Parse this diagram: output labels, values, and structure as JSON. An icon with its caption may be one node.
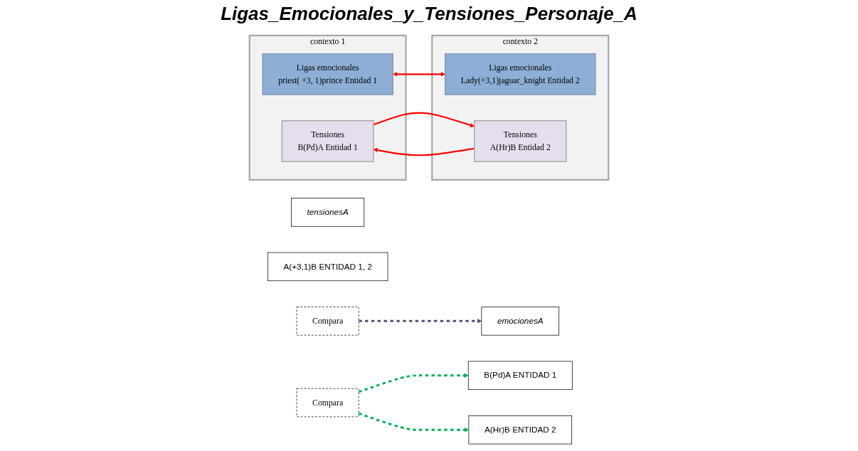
{
  "diagram": {
    "title": "Ligas_Emocionales_y_Tensiones_Personaje_A",
    "nodes": [
      {
        "text": [
          "contexto 1"
        ]
      },
      {
        "text": [
          "Ligas emocionales",
          "priest( +3, 1)prince Entidad 1"
        ],
        "in": 0
      },
      {
        "text": [
          "Tensiones",
          "B(Pd)A   Entidad 1"
        ],
        "in": 0
      },
      {
        "text": [
          "Compara"
        ]
      },
      {
        "text": [
          "Compara"
        ]
      },
      {
        "text": [
          "contexto 2"
        ]
      },
      {
        "text": [
          "Ligas emocionales",
          "Lady(+3,1)jaguar_knight Entidad 2"
        ],
        "in": 5
      },
      {
        "text": [
          "Tensiones",
          "A(Hr)B Entidad 2"
        ],
        "in": 5
      },
      {
        "text": [
          "emocionesA"
        ]
      },
      {
        "text": [
          "tensionesA"
        ]
      },
      {
        "text": [
          "A(+3,1)B     ENTIDAD 1, 2"
        ]
      },
      {
        "text": [
          "B(Pd)A ENTIDAD 1"
        ]
      },
      {
        "text": [
          "A(Hr)B ENTIDAD 2"
        ]
      }
    ],
    "edges": [
      {
        "from": 1,
        "to": 6,
        "arrow": "both",
        "color": "#ff0000"
      },
      {
        "from": 2,
        "to": 7,
        "arrow": "to",
        "color": "#ff0000"
      },
      {
        "from": 7,
        "to": 2,
        "arrow": "to",
        "color": "#ff0000"
      },
      {
        "from": 3,
        "to": 8,
        "arrow": "to",
        "style": "dashed",
        "color": "#5f497a"
      },
      {
        "from": 4,
        "to": 11,
        "arrow": "to",
        "style": "dashed",
        "color": "#00b050"
      },
      {
        "from": 4,
        "to": 12,
        "arrow": "to",
        "style": "dashed",
        "color": "#00b050"
      }
    ]
  }
}
